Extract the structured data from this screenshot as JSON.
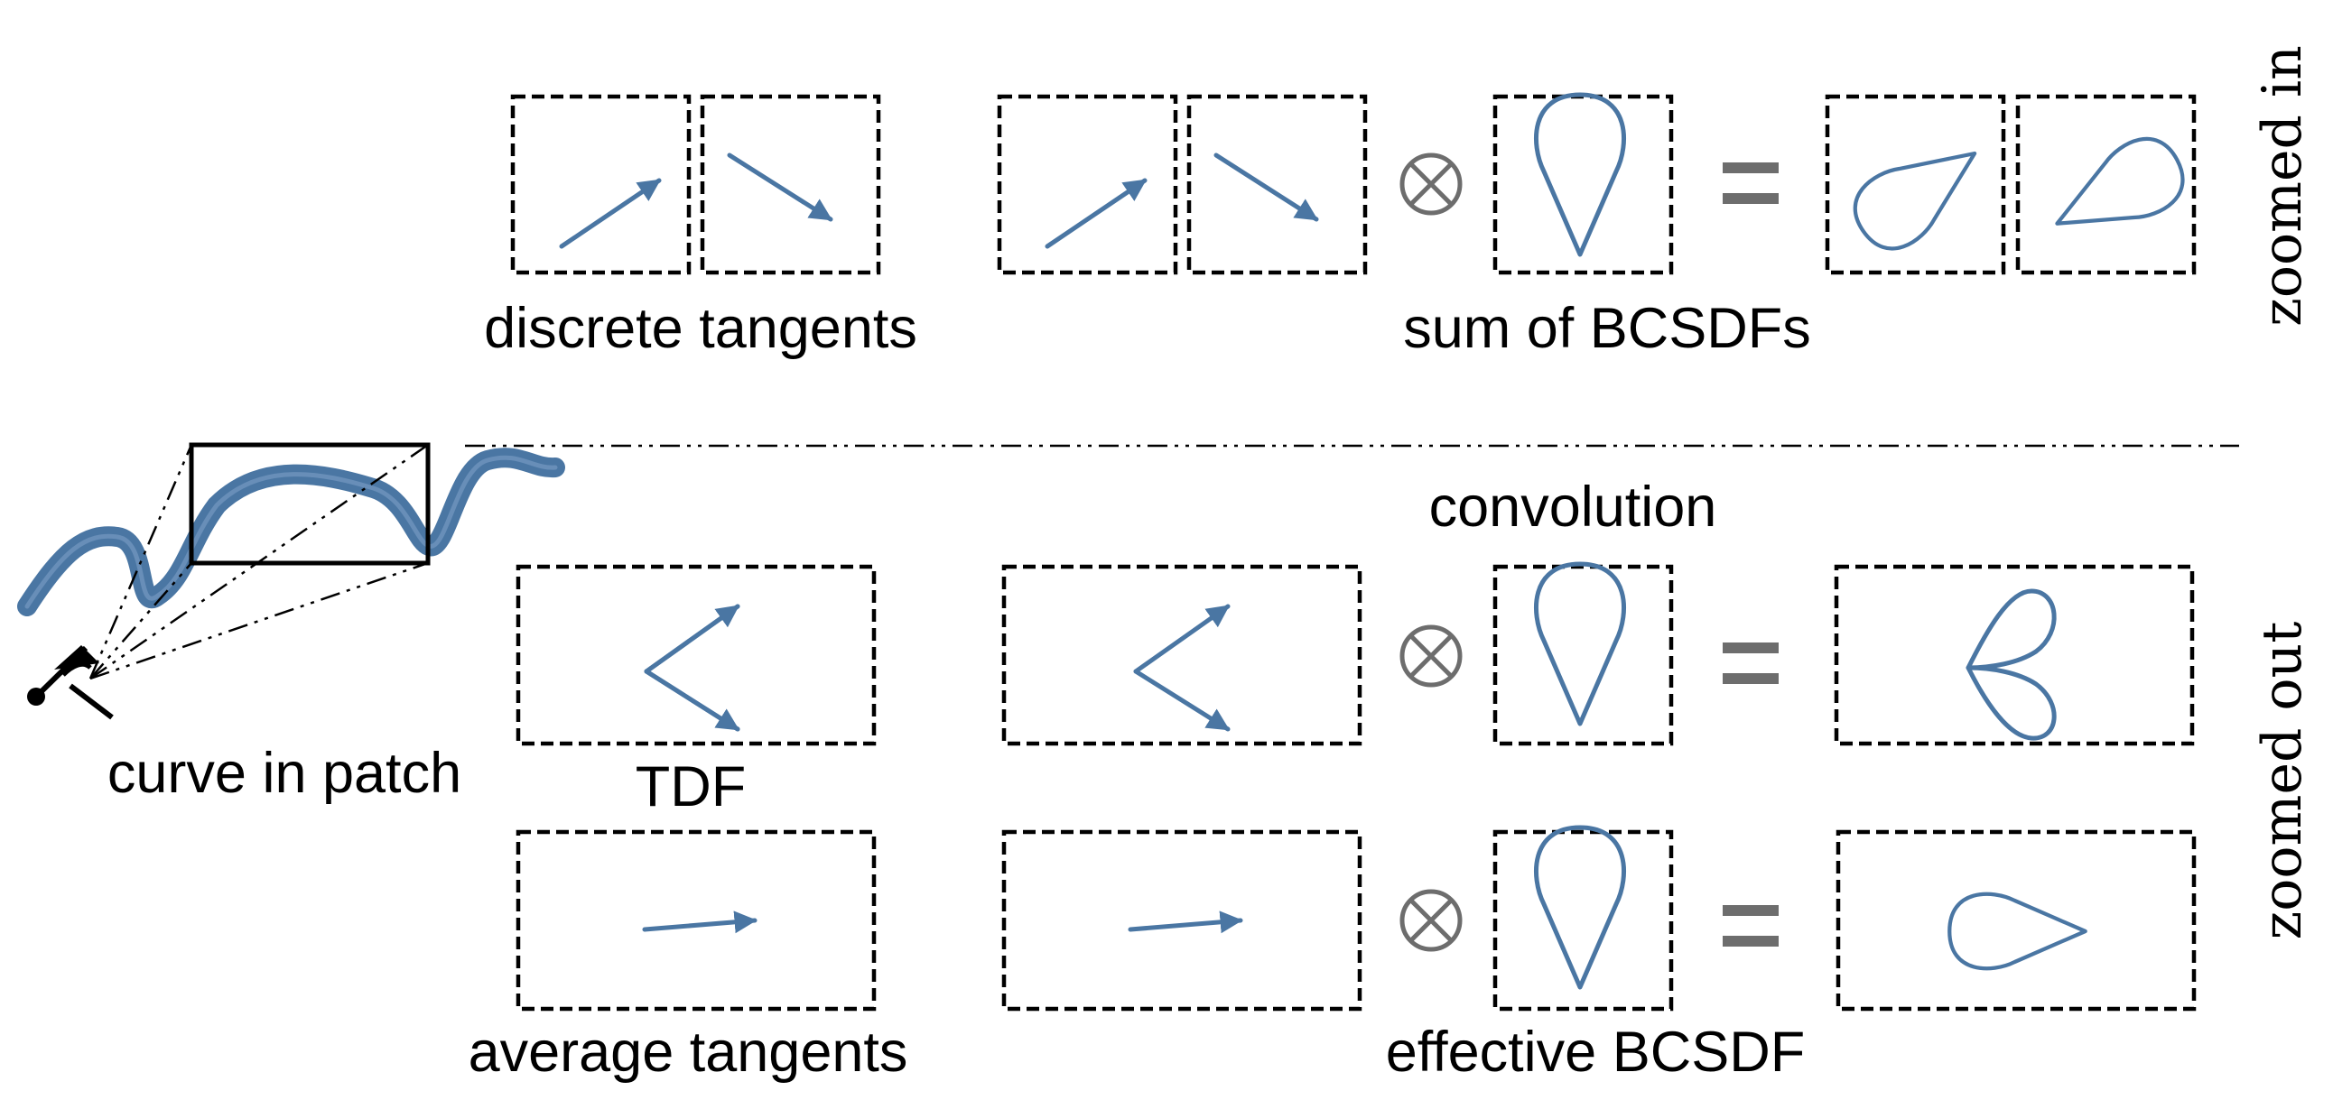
{
  "labels": {
    "discrete_tangents": "discrete tangents",
    "sum_of_bcsdfs": "sum of BCSDFs",
    "zoomed_in": "zoomed in",
    "convolution": "convolution",
    "curve_in_patch": "curve in patch",
    "tdf": "TDF",
    "zoomed_out": "zoomed out",
    "average_tangents": "average tangents",
    "effective_bcsdf": "effective BCSDF"
  },
  "colors": {
    "curve_blue": "#4a76a3",
    "operator_gray": "#6d6d6d",
    "box_black": "#000000"
  },
  "symbols": {
    "convolution_operator": "circled-times-icon",
    "equals": "equals-icon"
  }
}
